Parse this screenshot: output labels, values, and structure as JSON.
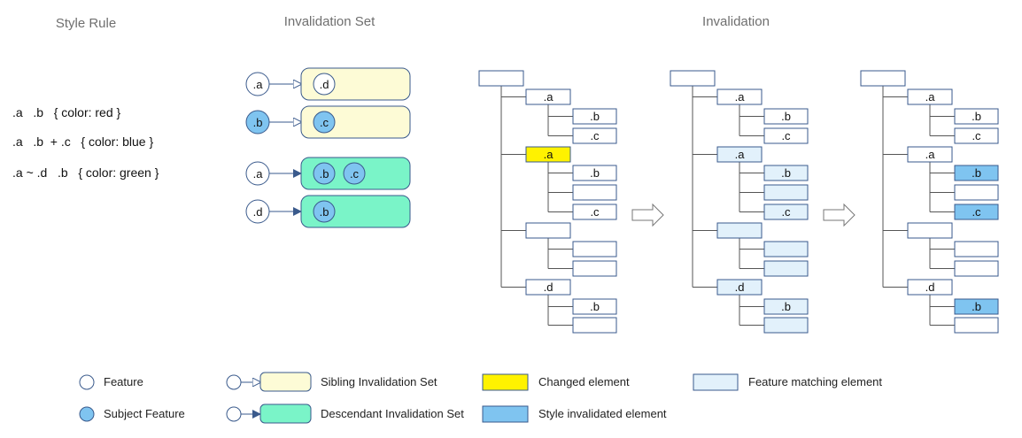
{
  "headers": {
    "style_rule": "Style Rule",
    "invalidation_set": "Invalidation Set",
    "invalidation": "Invalidation"
  },
  "rules": [
    ".a   .b   { color: red }",
    ".a   .b  + .c   { color: blue }",
    ".a ~ .d   .b   { color: green }"
  ],
  "sets": [
    {
      "feature": ".a",
      "feature_subject": false,
      "kind": "sibling",
      "members": [
        ".d"
      ],
      "member_subject": [
        false
      ]
    },
    {
      "feature": ".b",
      "feature_subject": true,
      "kind": "sibling",
      "members": [
        ".c"
      ],
      "member_subject": [
        true
      ]
    },
    {
      "feature": ".a",
      "feature_subject": false,
      "kind": "descendant",
      "members": [
        ".b",
        ".c"
      ],
      "member_subject": [
        true,
        true
      ]
    },
    {
      "feature": ".d",
      "feature_subject": false,
      "kind": "descendant",
      "members": [
        ".b"
      ],
      "member_subject": [
        true
      ]
    }
  ],
  "tree_rows": [
    {
      "level": 0,
      "label": ""
    },
    {
      "level": 1,
      "label": ".a"
    },
    {
      "level": 2,
      "label": ".b"
    },
    {
      "level": 2,
      "label": ".c"
    },
    {
      "level": 1,
      "label": ".a"
    },
    {
      "level": 2,
      "label": ".b"
    },
    {
      "level": 2,
      "label": ""
    },
    {
      "level": 2,
      "label": ".c"
    },
    {
      "level": 1,
      "label": ""
    },
    {
      "level": 2,
      "label": ""
    },
    {
      "level": 2,
      "label": ""
    },
    {
      "level": 1,
      "label": ".d"
    },
    {
      "level": 2,
      "label": ".b"
    },
    {
      "level": 2,
      "label": ""
    }
  ],
  "tree_states": [
    [
      "none",
      "none",
      "none",
      "none",
      "changed",
      "none",
      "none",
      "none",
      "none",
      "none",
      "none",
      "none",
      "none",
      "none"
    ],
    [
      "none",
      "none",
      "none",
      "none",
      "feature",
      "feature",
      "feature",
      "feature",
      "feature",
      "feature",
      "feature",
      "feature",
      "feature",
      "feature"
    ],
    [
      "none",
      "none",
      "none",
      "none",
      "none",
      "style",
      "none",
      "style",
      "none",
      "none",
      "none",
      "none",
      "style",
      "none"
    ]
  ],
  "colors": {
    "sibling_fill": "#fdfbd6",
    "descendant_fill": "#7af4c8",
    "subject_fill": "#7fc4f0",
    "changed_fill": "#fff200",
    "feature_fill": "#e2f1fb",
    "style_fill": "#7fc4f0",
    "stroke": "#3a5a8c",
    "tree_line": "#555555"
  },
  "legend": {
    "feature": "Feature",
    "subject_feature": "Subject Feature",
    "sibling_set": "Sibling Invalidation Set",
    "descendant_set": "Descendant Invalidation Set",
    "changed": "Changed element",
    "style_invalidated": "Style invalidated element",
    "feature_matching": "Feature matching element"
  }
}
